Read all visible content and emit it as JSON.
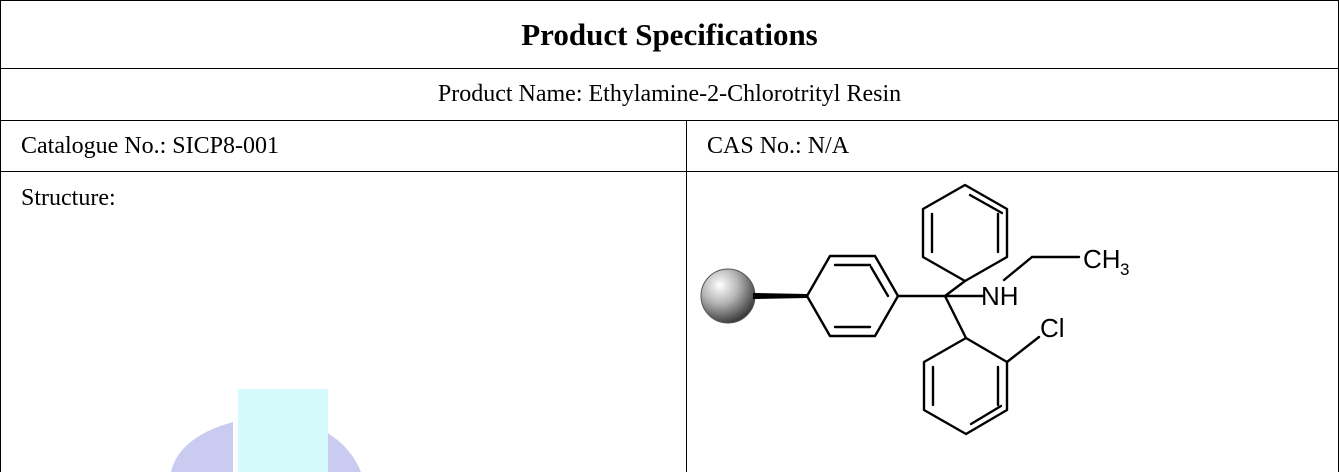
{
  "document": {
    "title": "Product Specifications",
    "product_name_label": "Product Name: Ethylamine-2-Chlorotrityl Resin",
    "catalogue_label": "Catalogue No.: SICP8-001",
    "cas_label": "CAS No.: N/A",
    "structure_label": "Structure:"
  },
  "structure": {
    "atoms": {
      "amine": "NH",
      "methyl": "CH",
      "methyl_subscript": "3",
      "chlorine": "Cl"
    }
  },
  "colors": {
    "watermark_light": "#d4fafb",
    "watermark_blue": "#c9ccf0"
  }
}
